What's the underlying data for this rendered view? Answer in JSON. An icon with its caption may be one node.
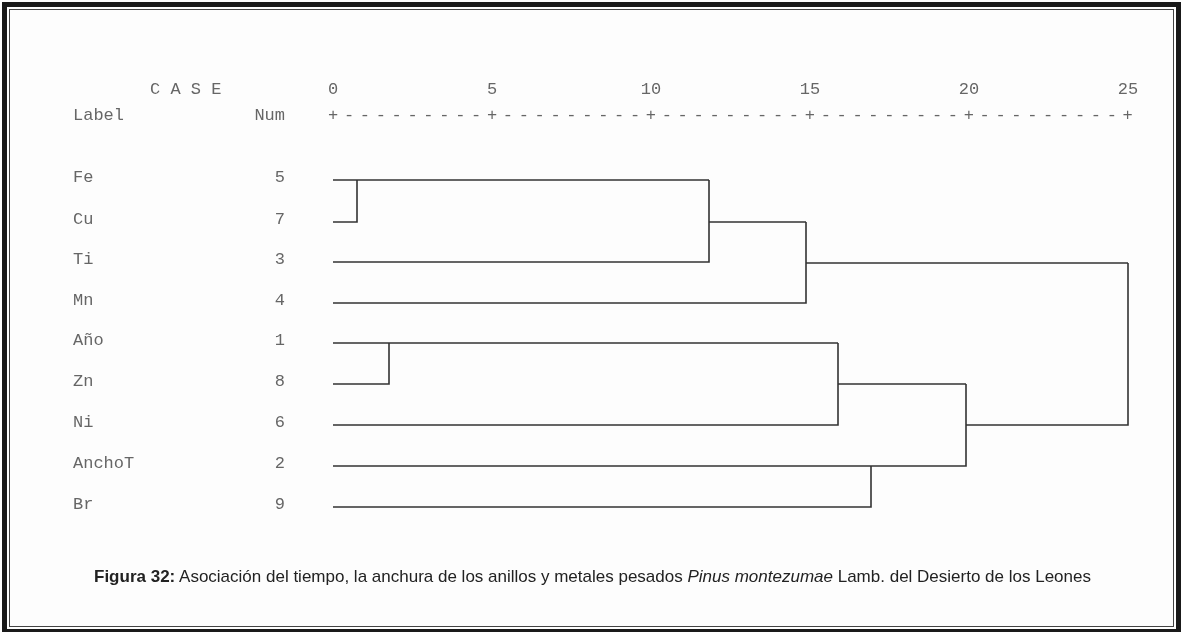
{
  "diagram": {
    "caption": "**Figura 32:** Asociación del tiempo, la anchura de los anillos y metales pesados *Pinus montezumae* Lamb. del Desierto de los Leones",
    "labels": [
      "C A S E",
      "0",
      "5",
      "10",
      "15",
      "20",
      "25",
      "Label",
      "Num",
      "+---------+---------+---------+---------+---------+",
      "Fe",
      "5",
      "Cu",
      "7",
      "Ti",
      "3",
      "Mn",
      "4",
      "Año",
      "1",
      "Zn",
      "8",
      "Ni",
      "6",
      "AnchoT",
      "2",
      "Br",
      "9"
    ]
  }
}
